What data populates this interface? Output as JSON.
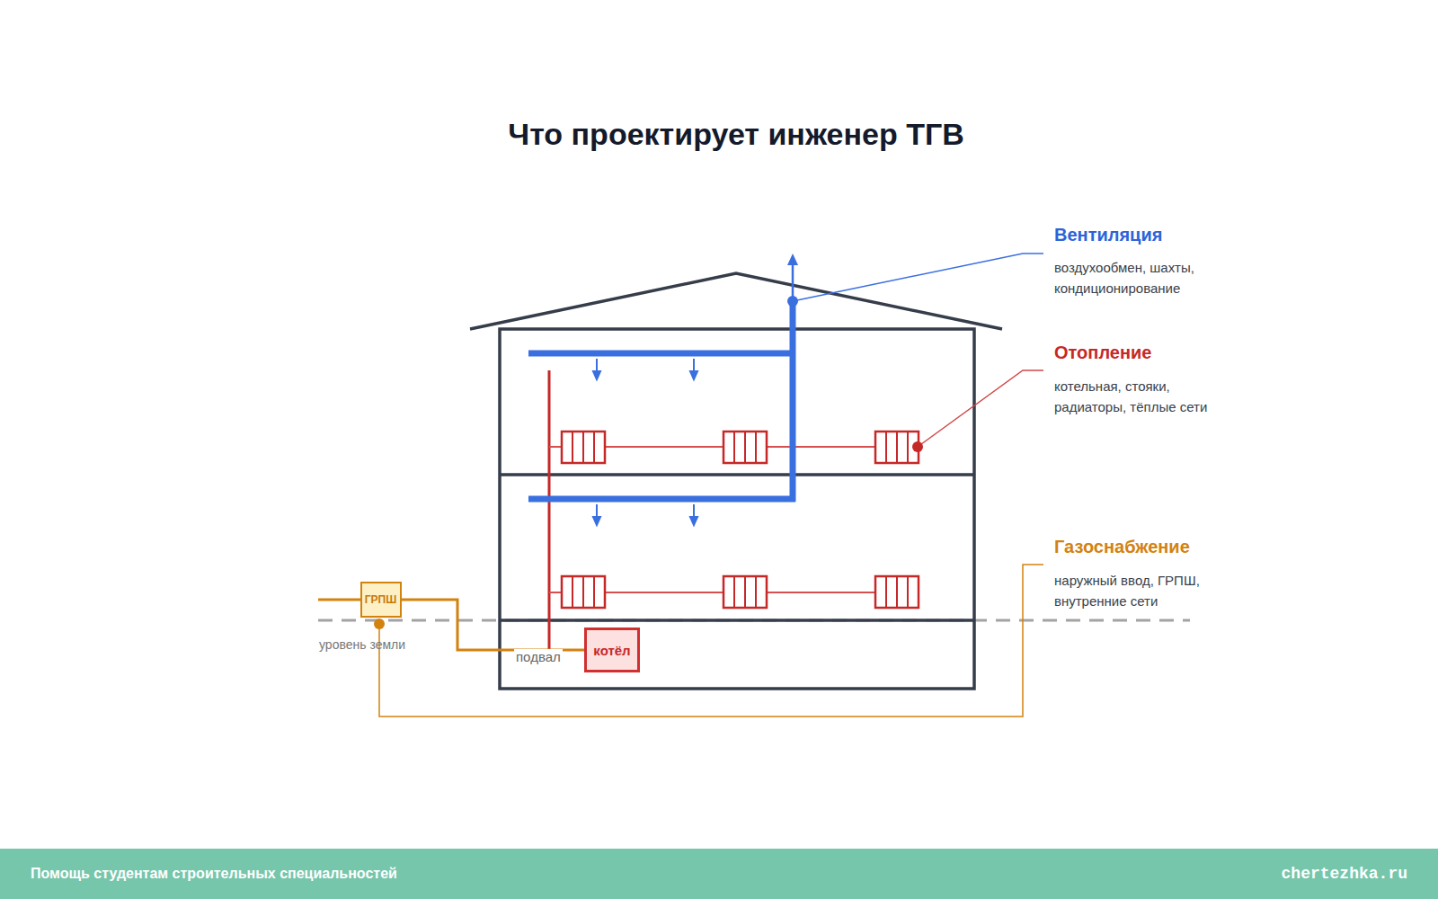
{
  "diagram": {
    "title": "Что проектирует инженер ТГВ",
    "nodes": [
      {
        "text": [
          "ГРПШ"
        ]
      },
      {
        "text": [
          "котёл"
        ]
      },
      {
        "text": [
          "Помощь студентам строительных специальностей",
          "chertezhka.ru"
        ]
      }
    ],
    "edges": [
      {
        "from": 0,
        "to": 1,
        "arrow": "none"
      }
    ],
    "labels": [
      "Вентиляция",
      "воздухообмен, шахты, кондиционирование",
      "Отопление",
      "котельная, стояки, радиаторы, тёплые сети",
      "Газоснабжение",
      "наружный ввод, ГРПШ, внутренние сети",
      "уровень земли",
      "подвал"
    ]
  }
}
